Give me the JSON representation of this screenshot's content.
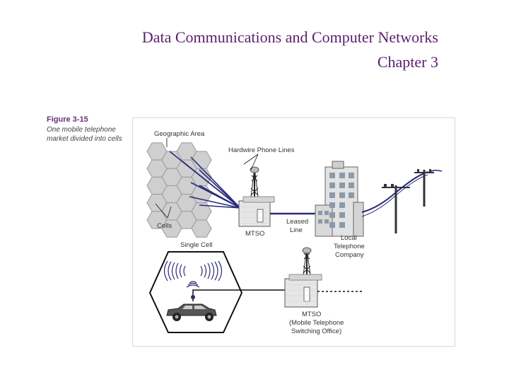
{
  "title": {
    "line1": "Data Communications and Computer Networks",
    "line2": "Chapter 3"
  },
  "figure": {
    "number": "Figure 3-15",
    "caption": "One mobile telephone market divided into cells",
    "labels": {
      "geographic_area": "Geographic Area",
      "hardwire_phone_lines": "Hardwire Phone Lines",
      "cells": "Cells",
      "mtso": "MTSO",
      "leased_line_1": "Leased",
      "leased_line_2": "Line",
      "local_phone_1": "Local",
      "local_phone_2": "Telephone",
      "local_phone_3": "Company",
      "single_cell": "Single Cell",
      "mtso_full_1": "MTSO",
      "mtso_full_2": "(Mobile Telephone",
      "mtso_full_3": "Switching Office)"
    }
  },
  "colors": {
    "title": "#5b1f6e",
    "lines": "#2a2a7a",
    "hex_fill": "#cfcfcf"
  }
}
